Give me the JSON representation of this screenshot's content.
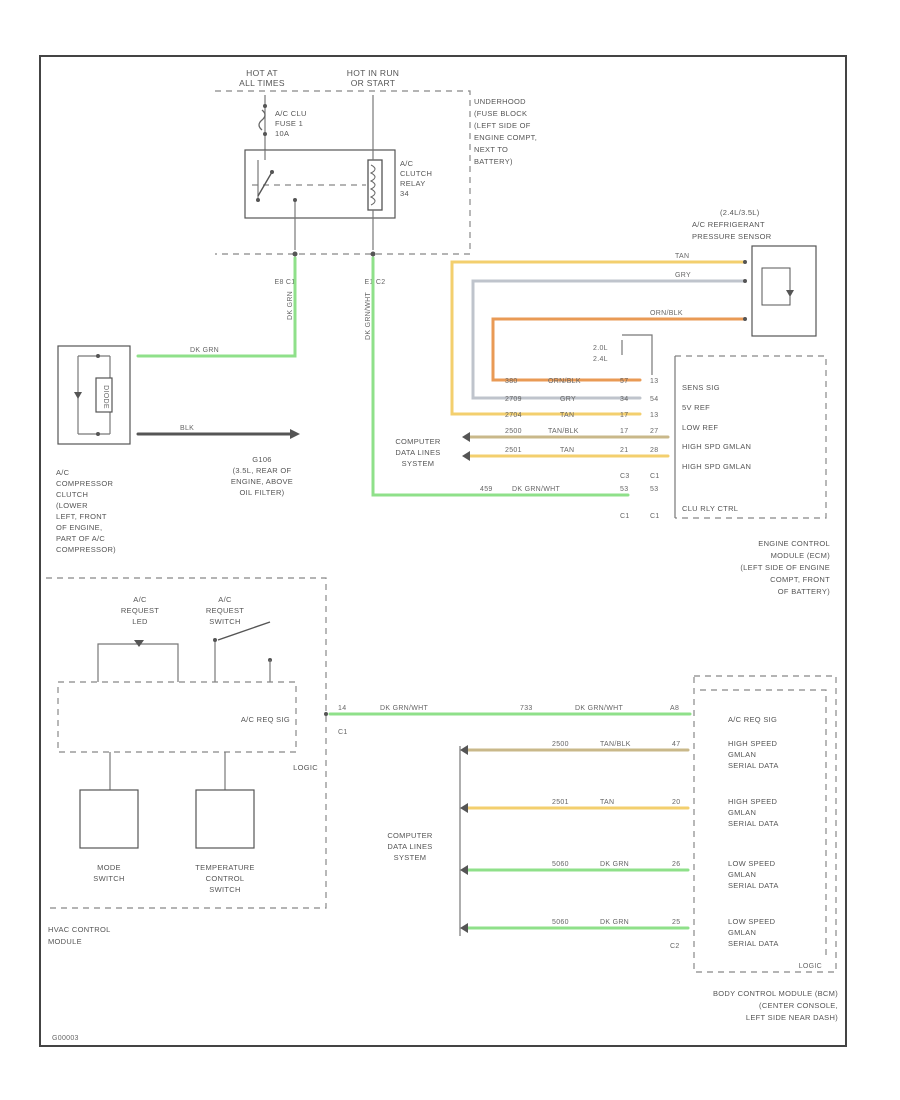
{
  "colors": {
    "green": "#8fe08a",
    "yellow": "#f3cf6e",
    "orange": "#e99a55",
    "grey": "#bfc4cc",
    "black": "#555555",
    "tan": "#c9b88a"
  },
  "power": {
    "hot_at_all_times": [
      "HOT AT",
      "ALL TIMES"
    ],
    "hot_in_run": [
      "HOT IN RUN",
      "OR START"
    ]
  },
  "fuse": [
    "A/C CLU",
    "FUSE 1",
    "10A"
  ],
  "relay": [
    "A/C",
    "CLUTCH",
    "RELAY",
    "34"
  ],
  "fuse_block": [
    "UNDERHOOD",
    "(FUSE BLOCK",
    "(LEFT SIDE OF",
    "ENGINE COMPT,",
    "NEXT TO",
    "BATTERY)"
  ],
  "connectors": {
    "e8_c1": "E8 C1",
    "e1_c2": "E1 C2"
  },
  "clutch": {
    "diode": "DIODE",
    "wire_green": "DK GRN",
    "wire_black": "BLK",
    "ground": [
      "G106",
      "(3.5L, REAR OF",
      "ENGINE, ABOVE",
      "OIL FILTER)"
    ],
    "label": [
      "A/C",
      "COMPRESSOR",
      "CLUTCH",
      "(LOWER",
      "LEFT, FRONT",
      "OF ENGINE,",
      "PART OF A/C",
      "COMPRESSOR)"
    ]
  },
  "sensor": {
    "label": [
      "(2.4L/3.5L)",
      "A/C REFRIGERANT",
      "PRESSURE SENSOR"
    ],
    "wire_yellow": "TAN",
    "wire_grey": "GRY",
    "wire_orange": "ORN/BLK"
  },
  "engine_options": [
    "2.0L",
    "2.4L"
  ],
  "ecm": {
    "rows": [
      {
        "circuit": "380",
        "color": "ORN/BLK",
        "pin": "57",
        "pin2": "13",
        "label": "SENS SIG"
      },
      {
        "circuit": "2709",
        "color": "GRY",
        "pin": "34",
        "pin2": "54",
        "label": "5V REF"
      },
      {
        "circuit": "2704",
        "color": "TAN",
        "pin": "17",
        "pin2": "13",
        "label": "LOW REF"
      },
      {
        "circuit": "2500",
        "color": "TAN/BLK",
        "pin": "17",
        "pin2": "27",
        "label": "HIGH SPD GMLAN"
      },
      {
        "circuit": "2501",
        "color": "TAN",
        "pin": "21",
        "pin2": "28",
        "label": "HIGH SPD GMLAN"
      }
    ],
    "connectors": [
      "C3",
      "C1"
    ],
    "clutch_row": {
      "circuit": "459",
      "color": "DK GRN/WHT",
      "pin": "53",
      "pin2": "53",
      "label": "CLU RLY CTRL"
    },
    "connectors_bottom": [
      "C1",
      "C1"
    ],
    "data_lines": [
      "COMPUTER",
      "DATA LINES",
      "SYSTEM"
    ],
    "label": [
      "ENGINE CONTROL",
      "MODULE (ECM)",
      "(LEFT SIDE OF ENGINE",
      "COMPT, FRONT",
      "OF BATTERY)"
    ]
  },
  "hvac": {
    "request_led": [
      "A/C",
      "REQUEST",
      "LED"
    ],
    "request_switch": [
      "A/C",
      "REQUEST",
      "SWITCH"
    ],
    "ac_req_sig": "A/C REQ SIG",
    "logic": "LOGIC",
    "mode_switch": [
      "MODE",
      "SWITCH"
    ],
    "temp_switch": [
      "TEMPERATURE",
      "CONTROL",
      "SWITCH"
    ],
    "connector": "C1",
    "pin": "14",
    "label": [
      "HVAC CONTROL",
      "MODULE"
    ]
  },
  "bcm_wires": {
    "ac_req": {
      "circuit": "733",
      "color": "DK GRN/WHT",
      "pin": "A8"
    },
    "rows": [
      {
        "circuit": "2500",
        "color": "TAN/BLK",
        "pin": "47",
        "color_key": "tan",
        "label": [
          "HIGH SPEED",
          "GMLAN",
          "SERIAL DATA"
        ]
      },
      {
        "circuit": "2501",
        "color": "TAN",
        "pin": "20",
        "color_key": "yellow",
        "label": [
          "HIGH SPEED",
          "GMLAN",
          "SERIAL DATA"
        ]
      },
      {
        "circuit": "5060",
        "color": "DK GRN",
        "pin": "26",
        "color_key": "green",
        "label": [
          "LOW SPEED",
          "GMLAN",
          "SERIAL DATA"
        ]
      },
      {
        "circuit": "5060",
        "color": "DK GRN",
        "pin": "25",
        "color_key": "green",
        "label": [
          "LOW SPEED",
          "GMLAN",
          "SERIAL DATA"
        ]
      }
    ],
    "connector": "C2",
    "data_lines": [
      "COMPUTER",
      "DATA LINES",
      "SYSTEM"
    ],
    "ac_req_label": "A/C REQ SIG",
    "corner": "LOGIC",
    "label": [
      "BODY CONTROL MODULE (BCM)",
      "(CENTER CONSOLE,",
      "LEFT SIDE NEAR DASH)"
    ]
  },
  "footer": "G00003"
}
